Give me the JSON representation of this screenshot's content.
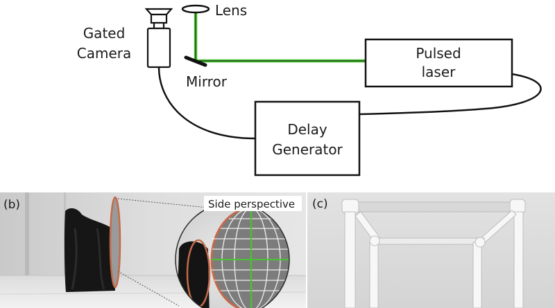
{
  "diagram": {
    "labels": {
      "gated_camera_line1": "Gated",
      "gated_camera_line2": "Camera",
      "lens": "Lens",
      "mirror": "Mirror",
      "pulsed_laser_line1": "Pulsed",
      "pulsed_laser_line2": "laser",
      "delay_generator_line1": "Delay",
      "delay_generator_line2": "Generator"
    },
    "colors": {
      "beam": "#49c431",
      "stroke": "#111111"
    }
  },
  "photos": {
    "b": {
      "panel_label": "(b)",
      "inset_label": "Side perspective"
    },
    "c": {
      "panel_label": "(c)"
    }
  }
}
